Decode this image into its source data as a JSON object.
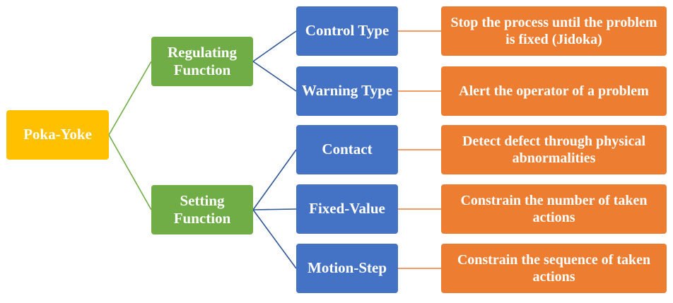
{
  "colors": {
    "root": "#ffc000",
    "function": "#70ad47",
    "type": "#4472c4",
    "description": "#ed7d31",
    "line_root": "#70ad47",
    "line_function": "#2f5597",
    "line_type": "#ed7d31"
  },
  "root": {
    "label": "Poka-Yoke"
  },
  "functions": [
    {
      "label": "Regulating Function",
      "types": [
        {
          "label": "Control Type",
          "description": "Stop the process until the problem is fixed (Jidoka)"
        },
        {
          "label": "Warning Type",
          "description": "Alert the operator of a problem"
        }
      ]
    },
    {
      "label": "Setting Function",
      "types": [
        {
          "label": "Contact",
          "description": "Detect defect through physical abnormalities"
        },
        {
          "label": "Fixed-Value",
          "description": "Constrain the number of taken actions"
        },
        {
          "label": "Motion-Step",
          "description": "Constrain the sequence of taken actions"
        }
      ]
    }
  ]
}
